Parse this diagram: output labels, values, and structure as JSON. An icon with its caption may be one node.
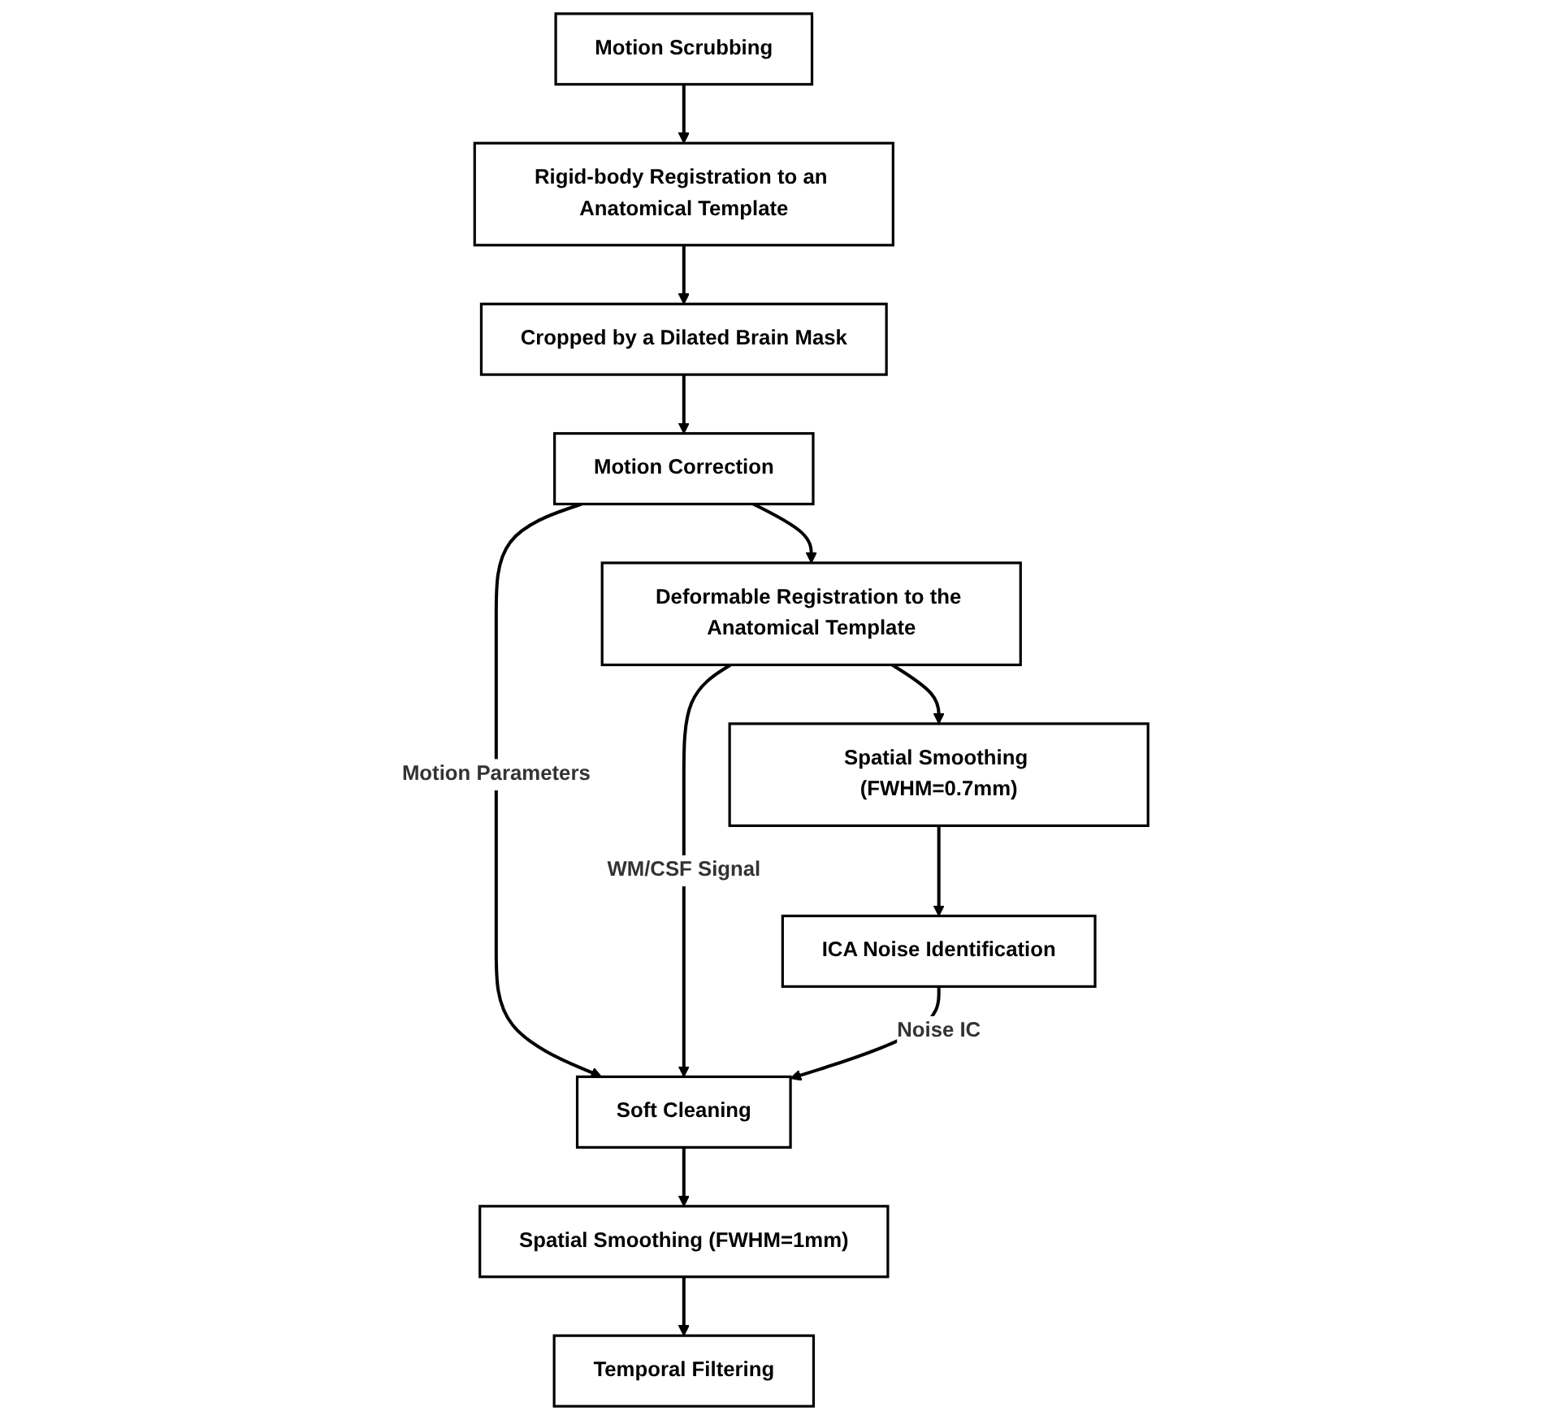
{
  "diagram": {
    "nodes": [
      {
        "text": [
          "Motion Scrubbing"
        ]
      },
      {
        "text": [
          "Rigid-body Registration to an Anatomical Template"
        ]
      },
      {
        "text": [
          "Cropped by a Dilated Brain Mask"
        ]
      },
      {
        "text": [
          "Motion Correction"
        ]
      },
      {
        "text": [
          "Deformable Registration to the Anatomical Template"
        ]
      },
      {
        "text": [
          "Spatial Smoothing (FWHM=0.7mm)"
        ]
      },
      {
        "text": [
          "ICA Noise Identification"
        ]
      },
      {
        "text": [
          "Soft Cleaning"
        ]
      },
      {
        "text": [
          "Spatial Smoothing (FWHM=1mm)"
        ]
      },
      {
        "text": [
          "Temporal Filtering"
        ]
      }
    ],
    "edges": [
      {
        "from": 0,
        "to": 1,
        "arrow": "to"
      },
      {
        "from": 1,
        "to": 2,
        "arrow": "to"
      },
      {
        "from": 2,
        "to": 3,
        "arrow": "to"
      },
      {
        "from": 3,
        "to": 4,
        "arrow": "to"
      },
      {
        "from": 3,
        "to": 7,
        "arrow": "to",
        "label": "Motion Parameters"
      },
      {
        "from": 4,
        "to": 5,
        "arrow": "to"
      },
      {
        "from": 4,
        "to": 7,
        "arrow": "to",
        "label": "WM/CSF Signal"
      },
      {
        "from": 5,
        "to": 6,
        "arrow": "to"
      },
      {
        "from": 6,
        "to": 7,
        "arrow": "to",
        "label": "Noise IC"
      },
      {
        "from": 7,
        "to": 8,
        "arrow": "to"
      },
      {
        "from": 8,
        "to": 9,
        "arrow": "to"
      }
    ]
  }
}
